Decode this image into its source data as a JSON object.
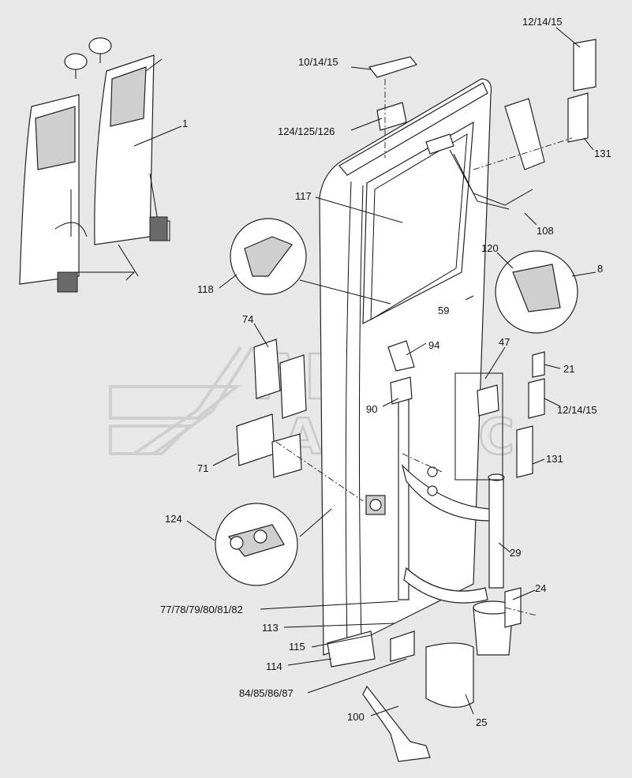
{
  "callouts": [
    {
      "id": "c1",
      "text": "1"
    },
    {
      "id": "c12a",
      "text": "12/14/15"
    },
    {
      "id": "c10",
      "text": "10/14/15"
    },
    {
      "id": "c124a",
      "text": "124/125/126"
    },
    {
      "id": "c131a",
      "text": "131"
    },
    {
      "id": "c117",
      "text": "117"
    },
    {
      "id": "c108",
      "text": "108"
    },
    {
      "id": "c120",
      "text": "120"
    },
    {
      "id": "c8",
      "text": "8"
    },
    {
      "id": "c118",
      "text": "118"
    },
    {
      "id": "c59",
      "text": "59"
    },
    {
      "id": "c74",
      "text": "74"
    },
    {
      "id": "c94",
      "text": "94"
    },
    {
      "id": "c47",
      "text": "47"
    },
    {
      "id": "c21",
      "text": "21"
    },
    {
      "id": "c90",
      "text": "90"
    },
    {
      "id": "c12b",
      "text": "12/14/15"
    },
    {
      "id": "c71",
      "text": "71"
    },
    {
      "id": "c131b",
      "text": "131"
    },
    {
      "id": "c124b",
      "text": "124"
    },
    {
      "id": "c29",
      "text": "29"
    },
    {
      "id": "c24",
      "text": "24"
    },
    {
      "id": "c77",
      "text": "77/78/79/80/81/82"
    },
    {
      "id": "c113",
      "text": "113"
    },
    {
      "id": "c115",
      "text": "115"
    },
    {
      "id": "c114",
      "text": "114"
    },
    {
      "id": "c84",
      "text": "84/85/86/87"
    },
    {
      "id": "c25",
      "text": "25"
    },
    {
      "id": "c100",
      "text": "100"
    }
  ],
  "watermark": {
    "line1": "АВТО",
    "line2": "АЛЬЯНС",
    "color": "#c8c8c8"
  },
  "colors": {
    "background": "#e8e8e8",
    "line": "#111111"
  }
}
